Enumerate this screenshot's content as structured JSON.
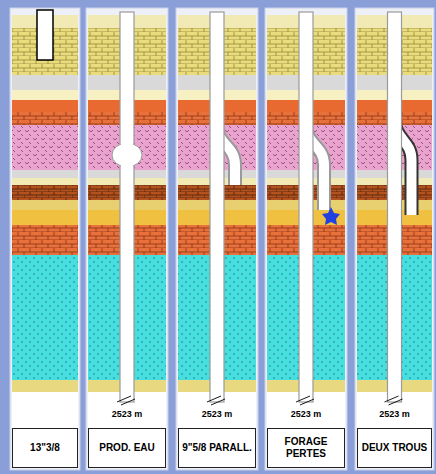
{
  "diagram": {
    "nodes": [
      {
        "text": [
          "13\"3/8"
        ]
      },
      {
        "text": [
          "PROD. EAU"
        ]
      },
      {
        "text": [
          "9\"5/8 PARALL."
        ]
      },
      {
        "text": [
          "FORAGE PERTES"
        ]
      },
      {
        "text": [
          "DEUX TROUS"
        ]
      }
    ],
    "labels": [
      "2523 m",
      "2523 m",
      "2523 m",
      "2523 m"
    ]
  }
}
